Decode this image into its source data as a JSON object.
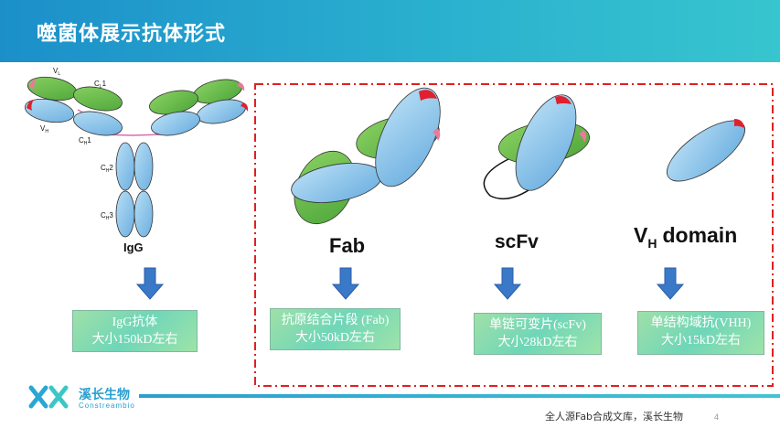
{
  "header": {
    "title": "噬菌体展示抗体形式"
  },
  "igg": {
    "label": "IgG",
    "vl": "V",
    "vl_sub": "L",
    "vh": "V",
    "vh_sub": "H",
    "cl1": "C",
    "cl1_sub": "L",
    "cl1_num": "1",
    "ch1": "C",
    "ch1_sub": "H",
    "ch1_num": "1",
    "ch2": "C",
    "ch2_sub": "H",
    "ch2_num": "2",
    "ch3": "C",
    "ch3_sub": "H",
    "ch3_num": "3"
  },
  "formats": {
    "fab": "Fab",
    "scfv": "scFv",
    "vhh_v": "V",
    "vhh_sub": "H",
    "vhh_text": "domain"
  },
  "boxes": [
    {
      "line1": "IgG抗体",
      "line2": "大小150kD左右"
    },
    {
      "line1": "抗原结合片段 (Fab)",
      "line2": "大小50kD左右"
    },
    {
      "line1": "单链可变片(scFv)",
      "line2": "大小28kD左右"
    },
    {
      "line1": "单结构域抗(VHH)",
      "line2": "大小15kD左右"
    }
  ],
  "logo": {
    "name": "溪长生物",
    "sub": "Constreambio"
  },
  "footer": {
    "note": "全人源Fab合成文库，溪长生物",
    "page": "4"
  },
  "colors": {
    "green": "#6cc04a",
    "blue": "#8cc6ea",
    "red_tip": "#e0202e",
    "pink_tip": "#e87a9a",
    "arrow": "#3a78c8",
    "dash_border": "#e02020"
  }
}
